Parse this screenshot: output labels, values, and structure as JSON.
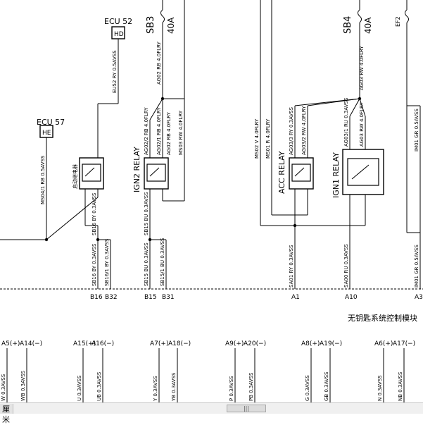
{
  "module_title": "无钥匙系统控制模块",
  "sources": [
    {
      "id": "ecu52",
      "name": "ECU 52",
      "code": "HD"
    },
    {
      "id": "ecu57",
      "name": "ECU 57",
      "code": "HE"
    }
  ],
  "fuses": [
    {
      "id": "sb3",
      "name": "SB3",
      "rating": "40A"
    },
    {
      "id": "sb4",
      "name": "SB4",
      "rating": "40A"
    },
    {
      "id": "ef2",
      "name": "EF2"
    }
  ],
  "relays": [
    {
      "id": "starter",
      "name": "启动继电器"
    },
    {
      "id": "ign2",
      "name": "IGN2 RELAY"
    },
    {
      "id": "acc",
      "name": "ACC RELAY"
    },
    {
      "id": "ign1",
      "name": "IGN1 RELAY"
    }
  ],
  "wire_labels": {
    "eu52": "EU52 RY 0.5AVSS",
    "ag02": "AG02 RB 4.0FLRY",
    "ag02_2": "AG02/2 RB 4.0FLRY",
    "ag02_1": "AG02/1 RB 4.0FLRY",
    "ag02_rb": "AG02 RB 4.0FLRY",
    "ms03": "MS03 RW 4.0FLRY",
    "ms04": "MS04/1 RB 0.5AVSS",
    "sb16": "SB16 BY 0.3AVSS",
    "sb16b": "SB16 BY 0.3AVSS",
    "sb16_1": "SB16/1 BY 0.3AVSS",
    "sb15": "SB15 BU 0.3AVSS",
    "sb15b": "SB15 BU 0.3AVSS",
    "sb15_1": "SB15/1 BU 0.3AVSS",
    "ms02": "MS02 V 4.0FLRY",
    "ms01": "MS01 R 4.0FLRY",
    "ag03_3": "AG03/3 RY 0.3AVSS",
    "ag03_2": "AG03/2 RW 4.0FLRY",
    "ag03_1": "AG03/1 RU 0.3AVSS",
    "ag03": "AG03 RW 4.0FLRY",
    "ag03_top": "AG03 RW 4.0FLRY",
    "im01_top": "IM01 GR 0.5AVSS",
    "sa01": "SA01 RY 0.3AVSS",
    "sa00": "SA00 RU 0.3AVSS",
    "im01_bot": "IM01 GR 0.5AVSS"
  },
  "pins": {
    "b16": "B16",
    "b32": "B32",
    "b15": "B15",
    "b31": "B31",
    "a1": "A1",
    "a10": "A10",
    "a3": "A3"
  },
  "connector_labels": [
    "A5(+)",
    "A14(−)",
    "A15(+)",
    "A16(−)",
    "A7(+)",
    "A18(−)",
    "A9(+)",
    "A20(−)",
    "A8(+)",
    "A19(−)",
    "A6(+)",
    "A17(−)"
  ],
  "lower_wires": [
    "W 0.3AVSS",
    "WB 0.3AVSS",
    "U 0.3AVSS",
    "UB 0.3AVSS",
    "Y 0.3AVSS",
    "YB 0.3AVSS",
    "P 0.3AVSS",
    "PB 0.3AVSS",
    "G 0.3AVSS",
    "GB 0.3AVSS",
    "N 0.3AVSS",
    "NB 0.3AVSS"
  ],
  "scrollbar": {
    "unit": "厘米",
    "thumb": "|||"
  }
}
